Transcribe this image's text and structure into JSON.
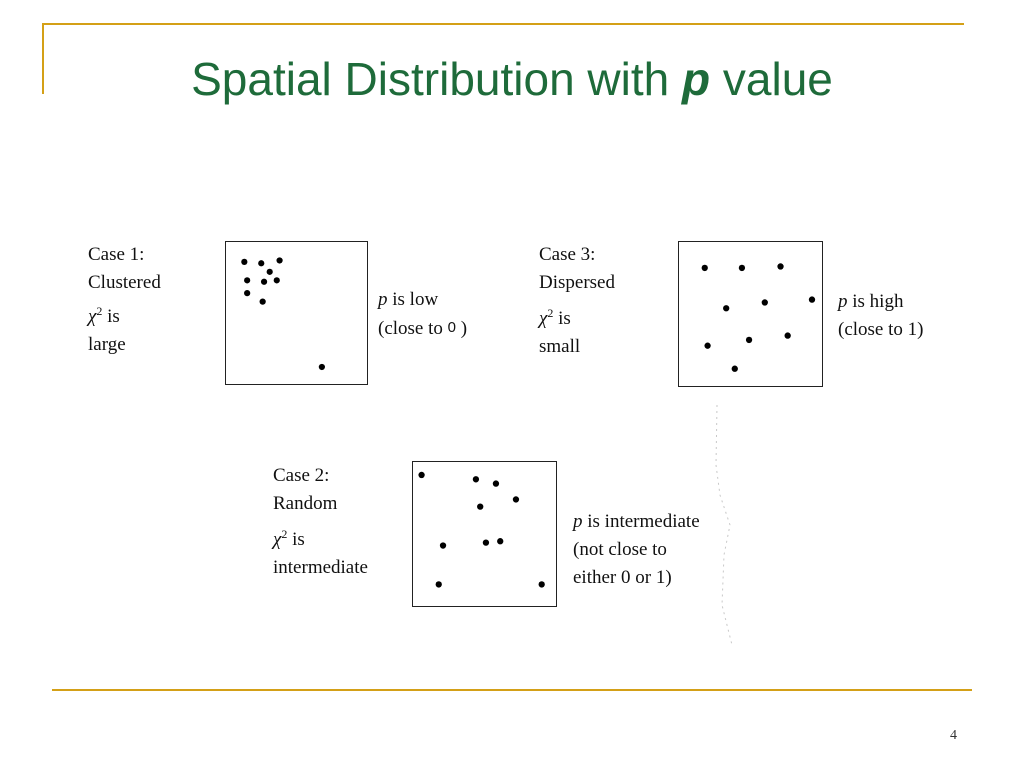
{
  "slide": {
    "title_main": "Spatial Distribution with ",
    "title_p": "p",
    "title_tail": " value",
    "page_number": "4"
  },
  "cases": {
    "case1": {
      "heading": "Case 1:",
      "label": "Clustered",
      "chi_symbol": "χ",
      "chi_sup": "2",
      "chi_is": " is",
      "chi_value": "large",
      "p_var": "p",
      "p_desc": " is low",
      "p_close_prefix": "(close to ",
      "p_close_value": "0",
      "p_close_suffix": " )",
      "points": [
        [
          0.13,
          0.14
        ],
        [
          0.25,
          0.15
        ],
        [
          0.38,
          0.13
        ],
        [
          0.31,
          0.21
        ],
        [
          0.15,
          0.27
        ],
        [
          0.27,
          0.28
        ],
        [
          0.36,
          0.27
        ],
        [
          0.15,
          0.36
        ],
        [
          0.26,
          0.42
        ],
        [
          0.68,
          0.88
        ]
      ]
    },
    "case2": {
      "heading": "Case 2:",
      "label": "Random",
      "chi_symbol": "χ",
      "chi_sup": "2",
      "chi_is": " is",
      "chi_value": "intermediate",
      "p_var": "p",
      "p_desc": " is intermediate",
      "p_line2": "(not close to",
      "p_line3": "either 0 or 1)",
      "points": [
        [
          0.06,
          0.09
        ],
        [
          0.44,
          0.12
        ],
        [
          0.58,
          0.15
        ],
        [
          0.72,
          0.26
        ],
        [
          0.47,
          0.31
        ],
        [
          0.21,
          0.58
        ],
        [
          0.51,
          0.56
        ],
        [
          0.61,
          0.55
        ],
        [
          0.18,
          0.85
        ],
        [
          0.9,
          0.85
        ]
      ]
    },
    "case3": {
      "heading": "Case 3:",
      "label": "Dispersed",
      "chi_symbol": "χ",
      "chi_sup": "2",
      "chi_is": " is",
      "chi_value": "small",
      "p_var": "p",
      "p_desc": " is high",
      "p_close": "(close to 1)",
      "points": [
        [
          0.18,
          0.18
        ],
        [
          0.44,
          0.18
        ],
        [
          0.71,
          0.17
        ],
        [
          0.33,
          0.46
        ],
        [
          0.6,
          0.42
        ],
        [
          0.93,
          0.4
        ],
        [
          0.2,
          0.72
        ],
        [
          0.49,
          0.68
        ],
        [
          0.76,
          0.65
        ],
        [
          0.39,
          0.88
        ]
      ]
    }
  }
}
